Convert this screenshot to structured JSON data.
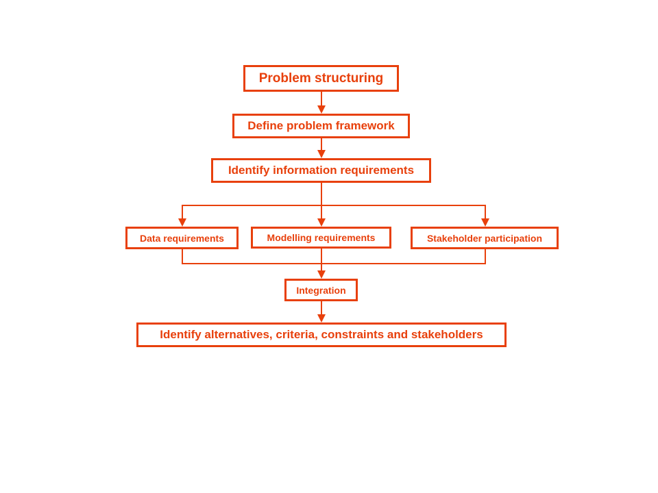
{
  "diagram": {
    "accent_color": "#e8400c",
    "nodes": {
      "problem_structuring": "Problem structuring",
      "define_framework": "Define problem framework",
      "identify_info": "Identify information requirements",
      "data_req": "Data requirements",
      "modelling_req": "Modelling requirements",
      "stakeholder_part": "Stakeholder participation",
      "integration": "Integration",
      "identify_alternatives": "Identify alternatives, criteria, constraints and stakeholders"
    }
  }
}
